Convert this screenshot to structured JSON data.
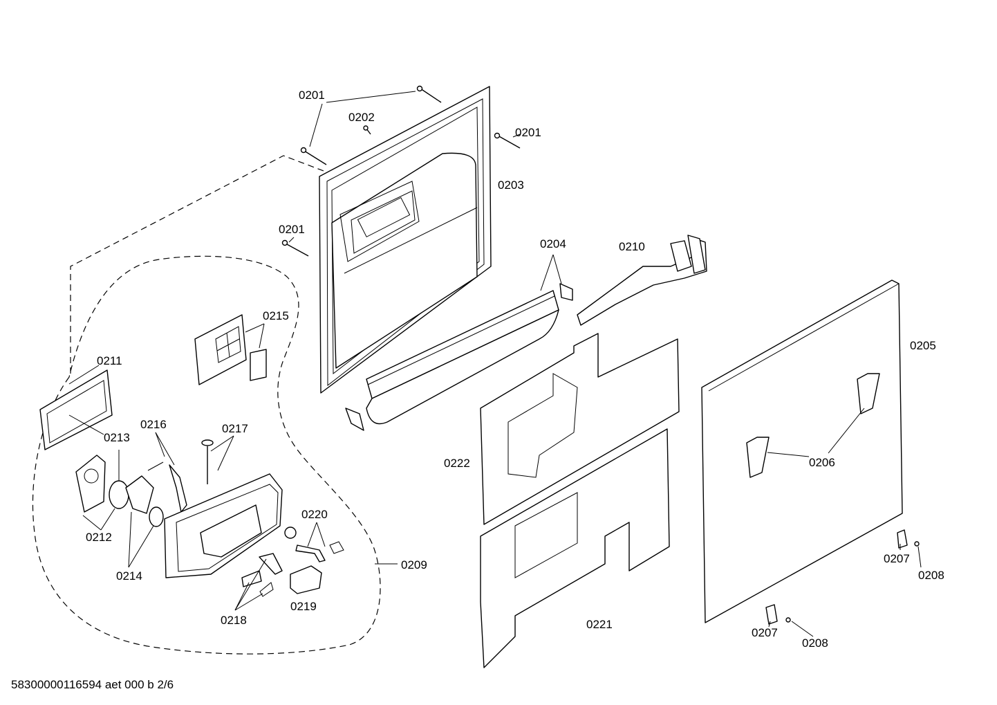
{
  "footer": {
    "doc_id": "58300000116594 aet 000 b 2/6"
  },
  "callouts": {
    "c0201a": "0201",
    "c0201b": "0201",
    "c0201c": "0201",
    "c0202": "0202",
    "c0203": "0203",
    "c0204": "0204",
    "c0205": "0205",
    "c0206": "0206",
    "c0207a": "0207",
    "c0207b": "0207",
    "c0208a": "0208",
    "c0208b": "0208",
    "c0209": "0209",
    "c0210": "0210",
    "c0211": "0211",
    "c0212": "0212",
    "c0213": "0213",
    "c0214": "0214",
    "c0215": "0215",
    "c0216": "0216",
    "c0217": "0217",
    "c0218": "0218",
    "c0219": "0219",
    "c0220": "0220",
    "c0221": "0221",
    "c0222": "0222"
  }
}
